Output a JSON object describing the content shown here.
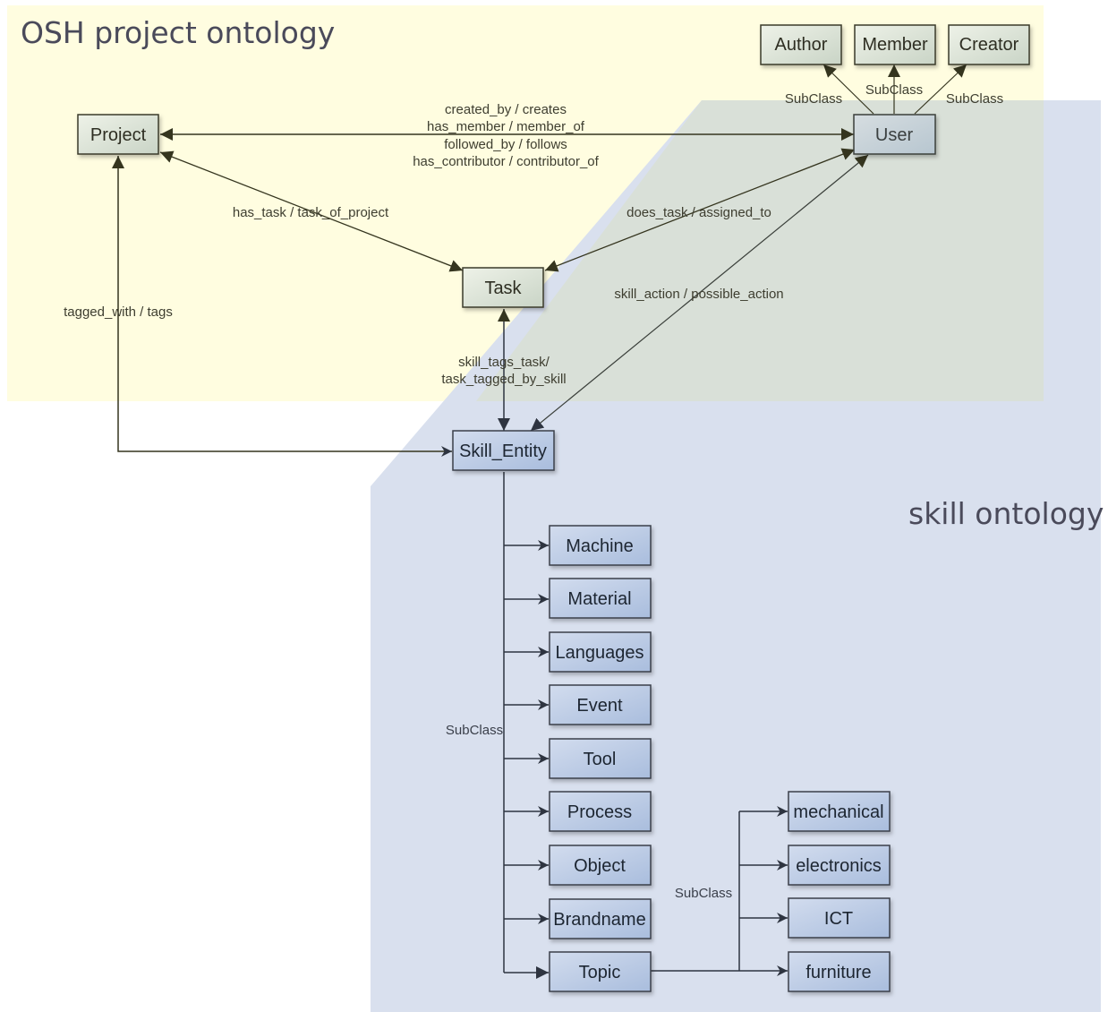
{
  "regions": {
    "project": {
      "title": "OSH project ontology",
      "color": "#fffde0"
    },
    "skill": {
      "title": "skill ontology",
      "color": "#d9e0ee"
    },
    "overlap_color": "#d9e0d8"
  },
  "colors": {
    "project_node_fill": "#dbe3d5",
    "skill_node_fill": "#bccbe4",
    "project_edge": "#3a3a2a",
    "skill_edge": "#2e3440"
  },
  "nodes": {
    "project": "Project",
    "user": "User",
    "task": "Task",
    "author": "Author",
    "member": "Member",
    "creator": "Creator",
    "skill_entity": "Skill_Entity",
    "machine": "Machine",
    "material": "Material",
    "languages": "Languages",
    "event": "Event",
    "tool": "Tool",
    "process": "Process",
    "object": "Object",
    "brandname": "Brandname",
    "topic": "Topic",
    "mechanical": "mechanical",
    "electronics": "electronics",
    "ict": "ICT",
    "furniture": "furniture"
  },
  "edge_labels": {
    "project_user": [
      "created_by / creates",
      "has_member / member_of",
      "followed_by / follows",
      "has_contributor / contributor_of"
    ],
    "project_task": "has_task / task_of_project",
    "user_task": "does_task / assigned_to",
    "user_skill": "skill_action / possible_action",
    "task_skill": [
      "skill_tags_task/",
      "task_tagged_by_skill"
    ],
    "project_skill": "tagged_with / tags",
    "user_author": "SubClass",
    "user_member": "SubClass",
    "user_creator": "SubClass",
    "skill_subclass": "SubClass",
    "topic_subclass": "SubClass"
  }
}
